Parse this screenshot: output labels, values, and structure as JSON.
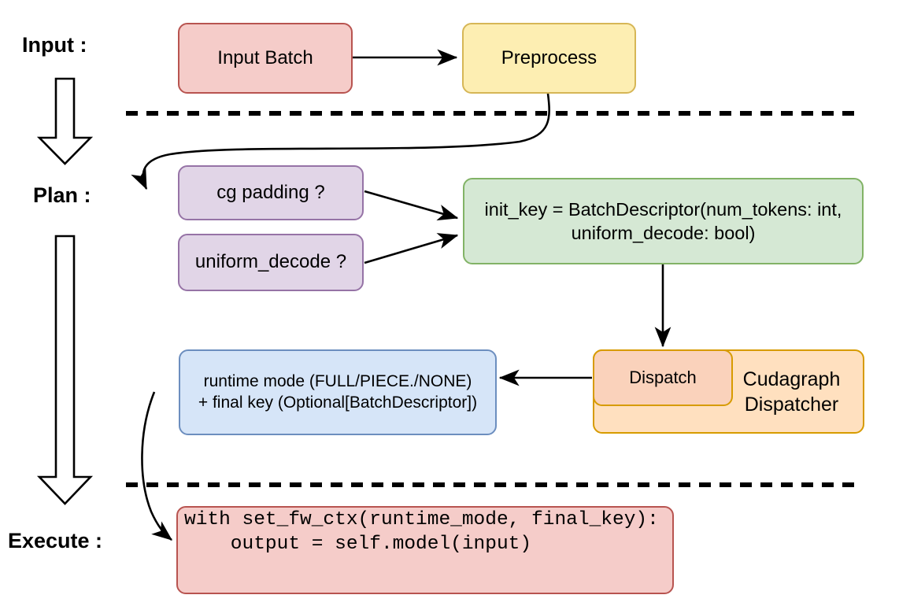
{
  "diagram": {
    "title": "vLLM cudagraph dispatch pipeline",
    "type": "flowchart",
    "stages": [
      {
        "id": "input",
        "label": "Input :"
      },
      {
        "id": "plan",
        "label": "Plan :"
      },
      {
        "id": "execute",
        "label": "Execute :"
      }
    ],
    "nodes": [
      {
        "id": "input-batch",
        "label": "Input Batch",
        "fill": "#f5ccc9",
        "stroke": "#b85450"
      },
      {
        "id": "preprocess",
        "label": "Preprocess",
        "fill": "#fdeeb2",
        "stroke": "#d6b656"
      },
      {
        "id": "cg-padding",
        "label": "cg padding ?",
        "fill": "#e1d5e7",
        "stroke": "#9673a6"
      },
      {
        "id": "uniform-decode",
        "label": "uniform_decode ?",
        "fill": "#e1d5e7",
        "stroke": "#9673a6"
      },
      {
        "id": "init-key",
        "label": "init_key = BatchDescriptor(num_tokens: int, uniform_decode: bool)",
        "line1": "init_key = BatchDescriptor(num_tokens: int,",
        "line2": "uniform_decode: bool)",
        "fill": "#d5e8d4",
        "stroke": "#82b366"
      },
      {
        "id": "cudagraph-dispatcher",
        "label": "Cudagraph Dispatcher",
        "line1": "Cudagraph",
        "line2": "Dispatcher",
        "fill": "#ffe0bf",
        "stroke": "#d79b00"
      },
      {
        "id": "dispatch",
        "label": "Dispatch",
        "fill": "#fad2bb",
        "stroke": "#d79b00"
      },
      {
        "id": "runtime-mode",
        "label": "runtime mode (FULL/PIECE./NONE) + final key (Optional[BatchDescriptor])",
        "line1": "runtime mode (FULL/PIECE./NONE)",
        "line2": "+ final key (Optional[BatchDescriptor])",
        "fill": "#d6e5f8",
        "stroke": "#6c8ebf"
      },
      {
        "id": "execute-code",
        "label": "with set_fw_ctx(runtime_mode, final_key):\n    output = self.model(input)",
        "line1": "with set_fw_ctx(runtime_mode, final_key):",
        "line2": "    output = self.model(input)",
        "fill": "#f5ccc9",
        "stroke": "#b85450"
      }
    ],
    "edges": [
      {
        "id": "edge-input-to-preprocess",
        "from": "input-batch",
        "to": "preprocess",
        "style": "straight-arrow"
      },
      {
        "id": "edge-preprocess-to-padding",
        "from": "preprocess",
        "to": "cg-padding",
        "style": "curved-arrow"
      },
      {
        "id": "edge-padding-to-key",
        "from": "cg-padding",
        "to": "init-key",
        "style": "straight-arrow"
      },
      {
        "id": "edge-decode-to-key",
        "from": "uniform-decode",
        "to": "init-key",
        "style": "straight-arrow"
      },
      {
        "id": "edge-key-to-dispatch",
        "from": "init-key",
        "to": "dispatch",
        "style": "straight-arrow"
      },
      {
        "id": "edge-dispatch-to-runtime",
        "from": "cudagraph-dispatcher",
        "to": "runtime-mode",
        "style": "straight-arrow"
      },
      {
        "id": "edge-runtime-to-code",
        "from": "runtime-mode",
        "to": "execute-code",
        "style": "curved-arrow"
      }
    ],
    "dividers": [
      {
        "id": "divider-input-plan",
        "style": "dashed"
      },
      {
        "id": "divider-plan-execute",
        "style": "dashed"
      }
    ],
    "flow_arrows": [
      {
        "id": "flow-arrow-input-to-plan"
      },
      {
        "id": "flow-arrow-plan-to-execute"
      }
    ],
    "colors": {
      "line": "#000000",
      "background": "#ffffff"
    }
  }
}
